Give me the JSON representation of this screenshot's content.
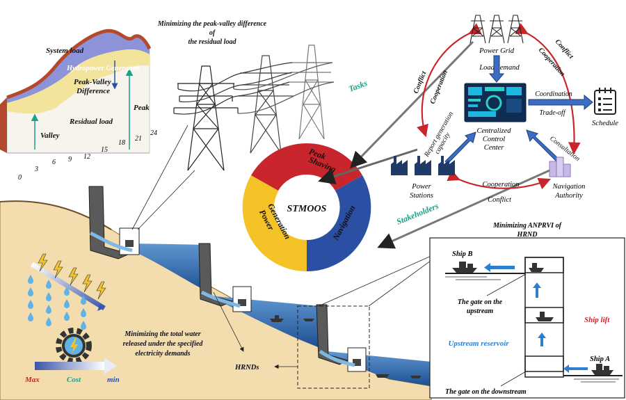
{
  "load_chart": {
    "system_load": "System load",
    "hydropower_generation": "Hydropower Generation",
    "peak_valley": "Peak-Valley",
    "difference": "Difference",
    "residual_load": "Residual load",
    "valley": "Valley",
    "peak": "Peak",
    "ticks": [
      "0",
      "3",
      "6",
      "9",
      "12",
      "15",
      "18",
      "21",
      "24"
    ]
  },
  "objectives": {
    "residual_line1": "Minimizing the peak-valley difference",
    "residual_line2": "of",
    "residual_line3": "the residual load",
    "water_line1": "Minimizing the total water",
    "water_line2": "released under the specified",
    "water_line3": "electricity demands",
    "anprvi_line1": "Minimizing ANPRVI of",
    "anprvi_line2": "HRND"
  },
  "cost_bar": {
    "max": "Max",
    "cost": "Cost",
    "min": "min"
  },
  "donut": {
    "center": "STMOOS",
    "segments": [
      {
        "label_line1": "Peak",
        "label_line2": "Shaving",
        "color": "#c8262c"
      },
      {
        "label_line1": "Navigation",
        "label_line2": "",
        "color": "#2b4fa3"
      },
      {
        "label_line1": "Power",
        "label_line2": "Generation",
        "color": "#f5c228"
      }
    ]
  },
  "tasks_label": "Tasks",
  "stakeholders_label": "Stakeholders",
  "hrnds_label": "HRNDs",
  "stakeholder_diagram": {
    "power_grid": "Power Grid",
    "load_demand": "Load demand",
    "center_line1": "Centralized",
    "center_line2": "Control",
    "center_line3": "Center",
    "coordination": "Coordination",
    "trade_off": "Trade-off",
    "schedule": "Schedule",
    "consultation": "Consultation",
    "navigation_line1": "Navigation",
    "navigation_line2": "Authority",
    "power_line1": "Power",
    "power_line2": "Stations",
    "report_line1": "Report generation",
    "report_line2": "capacity",
    "conflict": "Conflict",
    "cooperation": "Cooperation"
  },
  "ship_lift": {
    "ship_b": "Ship B",
    "ship_a": "Ship A",
    "gate_upstream_line1": "The gate on the",
    "gate_upstream_line2": "upstream",
    "gate_downstream": "The gate on the downstream",
    "ship_lift_label": "Ship lift",
    "upstream_reservoir": "Upstream reservoir"
  },
  "colors": {
    "red": "#c8262c",
    "blue": "#2b4fa3",
    "yellow": "#f5c228",
    "teal": "#1aa08a",
    "water": "#2f6fb8",
    "earth": "#f3dcae"
  }
}
